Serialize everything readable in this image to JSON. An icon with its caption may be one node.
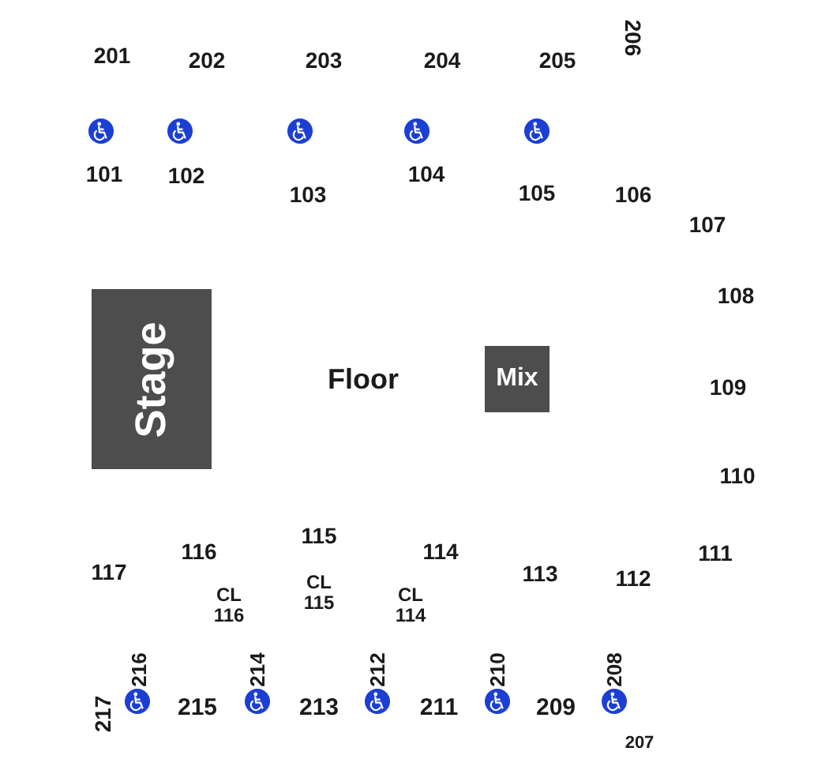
{
  "diagram": {
    "nodes": [
      {
        "text": [
          "Stage"
        ]
      },
      {
        "text": [
          "Mix"
        ]
      }
    ],
    "labels": [
      "201",
      "202",
      "203",
      "204",
      "205",
      "206",
      "101",
      "102",
      "103",
      "104",
      "105",
      "106",
      "107",
      "108",
      "Floor",
      "109",
      "110",
      "116",
      "115",
      "114",
      "111",
      "117",
      "113",
      "112",
      "CL 116",
      "CL 115",
      "CL 114",
      "216",
      "214",
      "212",
      "210",
      "208",
      "217",
      "215",
      "213",
      "211",
      "209",
      "207"
    ]
  }
}
